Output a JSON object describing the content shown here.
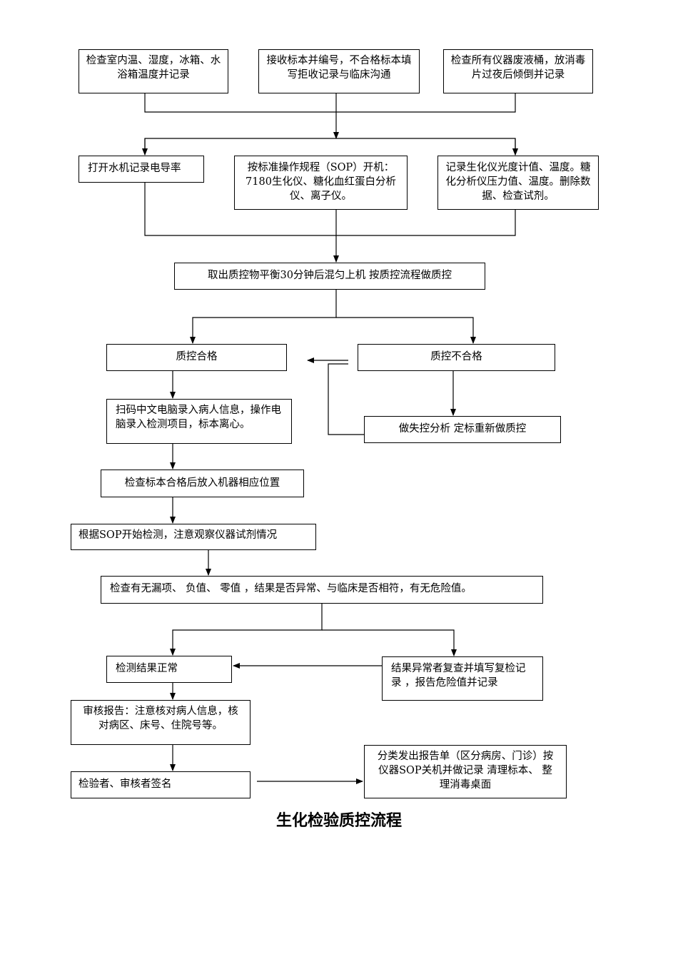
{
  "title": "生化检验质控流程",
  "steps": {
    "check_temp": "检查室内温、湿度，冰箱、水浴箱温度并记录",
    "receive_specimen": "接收标本并编号，不合格标本填写拒收记录与临床沟通",
    "check_waste": "检查所有仪器废液桶，放消毒片过夜后倾倒并记录",
    "water_machine": "打开水机记录电导率",
    "sop_startup": "按标准操作规程（SOP）开机：7180生化仪、糖化血红蛋白分析仪、离子仪。",
    "record_params": "记录生化仪光度计值、温度。糖化分析仪压力值、温度。删除数据、检查试剂。",
    "qc_material": "取出质控物平衡30分钟后混匀上机  按质控流程做质控",
    "qc_pass": "质控合格",
    "qc_fail": "质控不合格",
    "scan_barcode": "扫码中文电脑录入病人信息，操作电脑录入检测项目，标本离心。",
    "out_of_control": "做失控分析  定标重新做质控",
    "check_specimen": "检查标本合格后放入机器相应位置",
    "start_detection": "根据SOP开始检测，注意观察仪器试剂情况",
    "check_results": "检查有无漏项、  负值、  零值  ，结果是否异常、与临床是否相符，有无危险值。",
    "result_normal": "检测结果正常",
    "result_abnormal": "结果异常者复查并填写复检记录  ，报告危险值并记录",
    "review_report": "审核报告：注意核对病人信息，核对病区、床号、住院号等。",
    "sign": "检验者、审核者签名",
    "issue_report": "分类发出报告单（区分病房、门诊）按仪器SOP关机并做记录  清理标本、  整理消毒桌面"
  }
}
